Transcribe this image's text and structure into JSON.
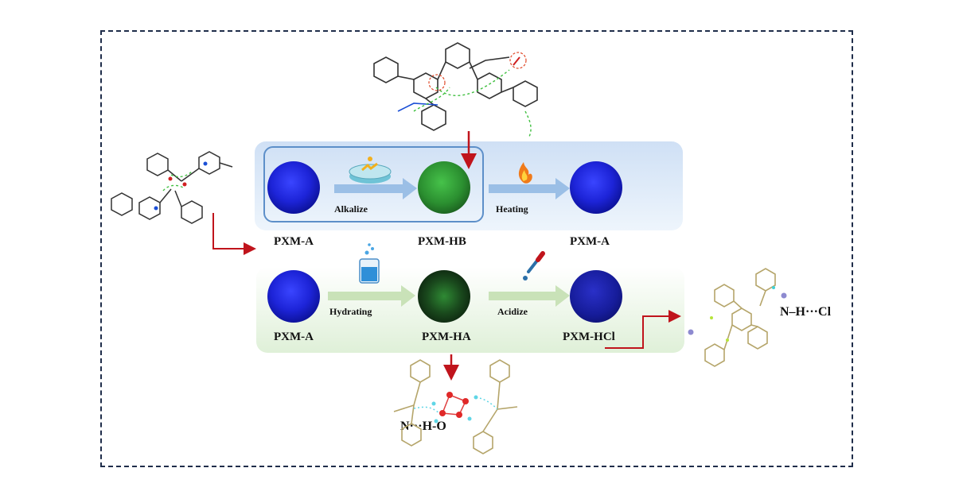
{
  "top_row": {
    "start_label": "PXM-A",
    "step1": "Alkalize",
    "mid_label": "PXM-HB",
    "step2": "Heating",
    "end_label": "PXM-A"
  },
  "bottom_row": {
    "start_label": "PXM-A",
    "step1": "Hydrating",
    "mid_label": "PXM-HA",
    "step2": "Acidize",
    "end_label": "PXM-HCl"
  },
  "annotations": {
    "hcl_bond": "N–H···Cl",
    "ha_bond": "N···H-O"
  },
  "colors": {
    "arrow_top": "#9bbfe6",
    "arrow_bottom": "#c9e2b8",
    "pointer": "#c0141c",
    "frame": "#1f2d4a"
  },
  "icons": [
    "petri-dish-icon",
    "flame-icon",
    "beaker-icon",
    "dropper-icon"
  ]
}
